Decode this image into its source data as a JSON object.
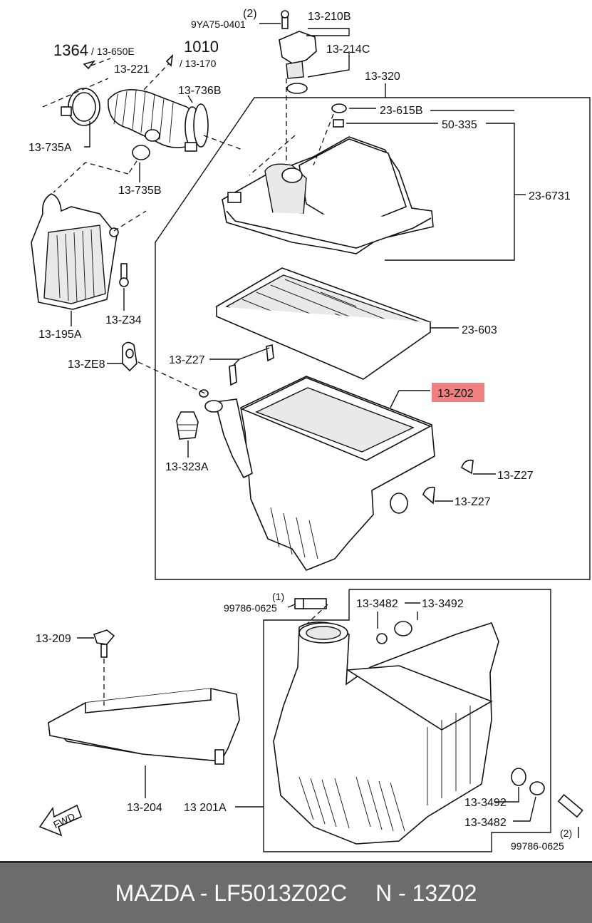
{
  "labels": {
    "qty_top": "(2)",
    "bolt_top": "9YA75-0401",
    "p_13_210B": "13-210B",
    "p_13_214C": "13-214C",
    "p_1364": "1364",
    "p_13_650E": "/ 13-650E",
    "p_1010": "1010",
    "p_13_170": "/ 13-170",
    "p_13_221": "13-221",
    "p_13_320": "13-320",
    "p_13_736B": "13-736B",
    "p_23_615B": "23-615B",
    "p_50_335": "50-335",
    "p_13_735A": "13-735A",
    "p_13_735B": "13-735B",
    "p_23_6731": "23-6731",
    "p_13_Z34": "13-Z34",
    "p_13_195A": "13-195A",
    "p_23_603": "23-603",
    "p_13_ZE8": "13-ZE8",
    "p_13_Z27_a": "13-Z27",
    "p_13_Z02": "13-Z02",
    "p_13_323A": "13-323A",
    "p_13_Z27_b": "13-Z27",
    "p_13_Z27_c": "13-Z27",
    "qty_mid": "(1)",
    "bolt_mid": "99786-0625",
    "p_13_3482_a": "13-3482",
    "p_13_3492_a": "13-3492",
    "p_13_209": "13-209",
    "p_13_3492_b": "13-3492",
    "p_13_204": "13-204",
    "p_13_201A": "13 201A",
    "p_13_3482_b": "13-3482",
    "qty_bot": "(2)",
    "bolt_bot": "99786-0625",
    "fwd": "FWD"
  },
  "highlight_color": "#f08080",
  "footer": {
    "brand_part": "MAZDA - LF5013Z02C",
    "code": "N - 13Z02"
  }
}
